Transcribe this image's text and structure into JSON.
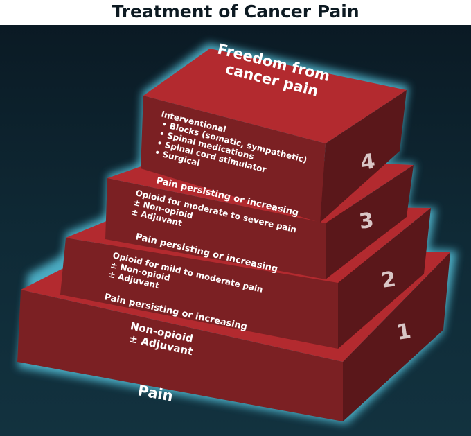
{
  "title": "Treatment of Cancer Pain",
  "base_label": "Pain",
  "steps": [
    {
      "number": "1",
      "transition": "Pain persisting or increasing",
      "treatment": [
        "Non-opioid",
        "± Adjuvant"
      ]
    },
    {
      "number": "2",
      "transition": "Pain persisting or increasing",
      "treatment": [
        "Opioid for mild to moderate pain",
        "± Non-opioid",
        "± Adjuvant"
      ]
    },
    {
      "number": "3",
      "transition": "Pain persisting or increasing",
      "treatment": [
        "Opioid for moderate to severe pain",
        "± Non-opioid",
        "± Adjuvant"
      ]
    },
    {
      "number": "4",
      "treatment": [
        "Interventional",
        "• Blocks (somatic, sympathetic)",
        "• Spinal medications",
        "• Spinal cord stimulator",
        "• Surgical"
      ]
    }
  ],
  "goal": [
    "Freedom from",
    "cancer pain"
  ],
  "colors": {
    "top_face": "#b82b30",
    "front_face": "#7a2022",
    "side_face": "#5c181b",
    "glow": "#5fd6f0",
    "background": "#0f2a36"
  }
}
